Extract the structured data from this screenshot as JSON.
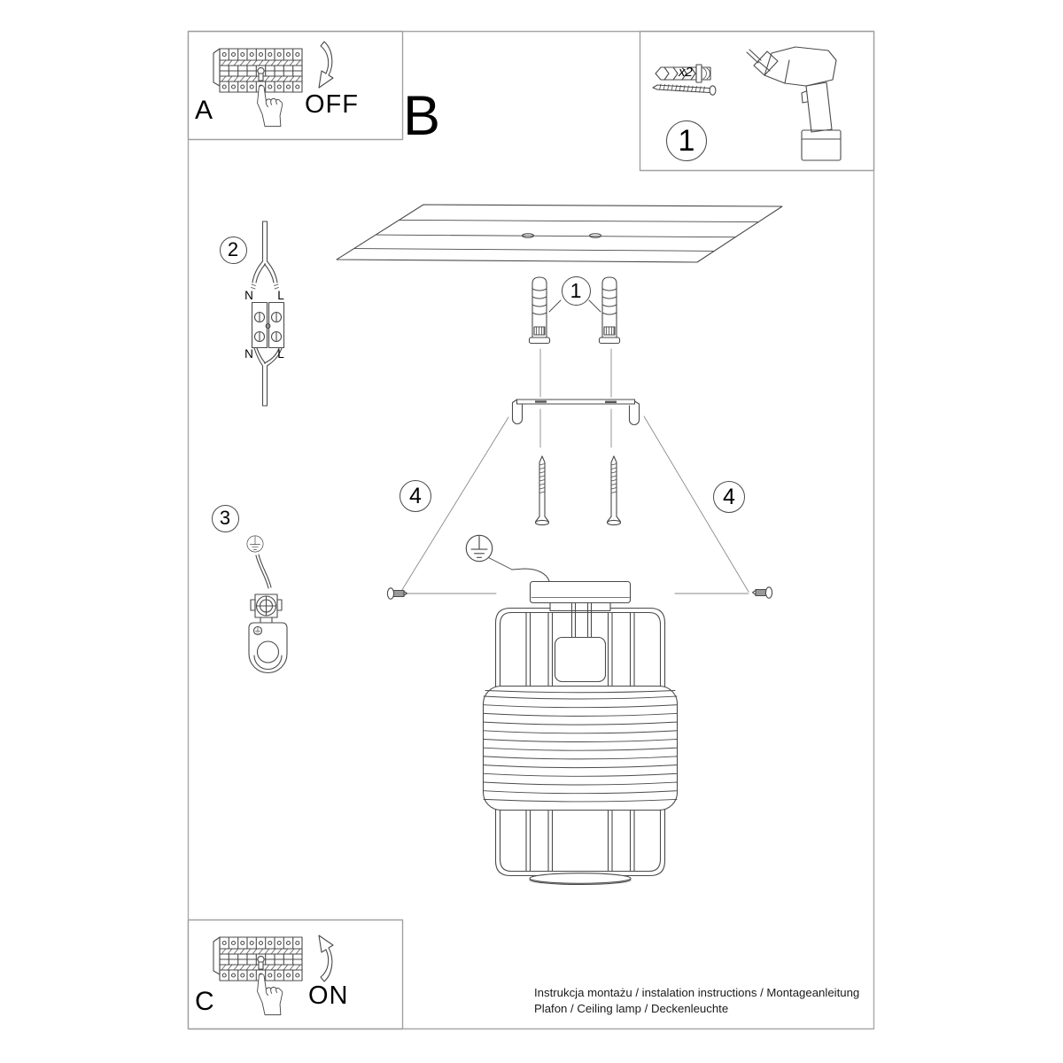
{
  "labels": {
    "step_a": "A",
    "step_b": "B",
    "step_c": "C",
    "action_off": "OFF",
    "action_on": "ON",
    "tools_count": "x2",
    "callout_tools": "1",
    "callout_plugs": "1",
    "callout_cable": "2",
    "callout_ground": "3",
    "callout_screw_left": "4",
    "callout_screw_right": "4",
    "wire_top_n": "N",
    "wire_top_l": "L",
    "wire_bottom_n": "N",
    "wire_bottom_l": "L"
  },
  "footer": {
    "line1": "Instrukcja montażu / instalation instructions / Montageanleitung",
    "line2": "Plafon / Ceiling lamp / Deckenleuchte"
  },
  "colors": {
    "line": "#4a4a4a",
    "frame": "#a8a8a8",
    "text": "#000000"
  }
}
